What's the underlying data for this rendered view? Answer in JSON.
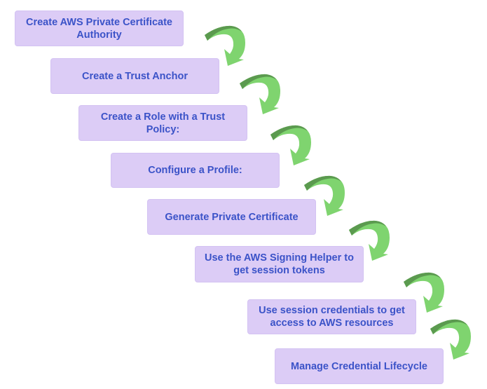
{
  "colors": {
    "box_fill": "#dcccf6",
    "box_border": "#d3c2f2",
    "text": "#3b53c8",
    "arrow_dark": "#5b9a4f",
    "arrow_light": "#7fd46f"
  },
  "steps": [
    {
      "label": "Create AWS Private Certificate Authority"
    },
    {
      "label": "Create a Trust Anchor"
    },
    {
      "label": "Create a Role with a Trust Policy:"
    },
    {
      "label": "Configure a Profile:"
    },
    {
      "label": "Generate Private Certificate"
    },
    {
      "label": "Use the AWS Signing Helper to get session tokens"
    },
    {
      "label": "Use session credentials to get access to AWS resources"
    },
    {
      "label": "Manage Credential Lifecycle"
    }
  ],
  "connector_icon": "curved-down-arrow-icon"
}
